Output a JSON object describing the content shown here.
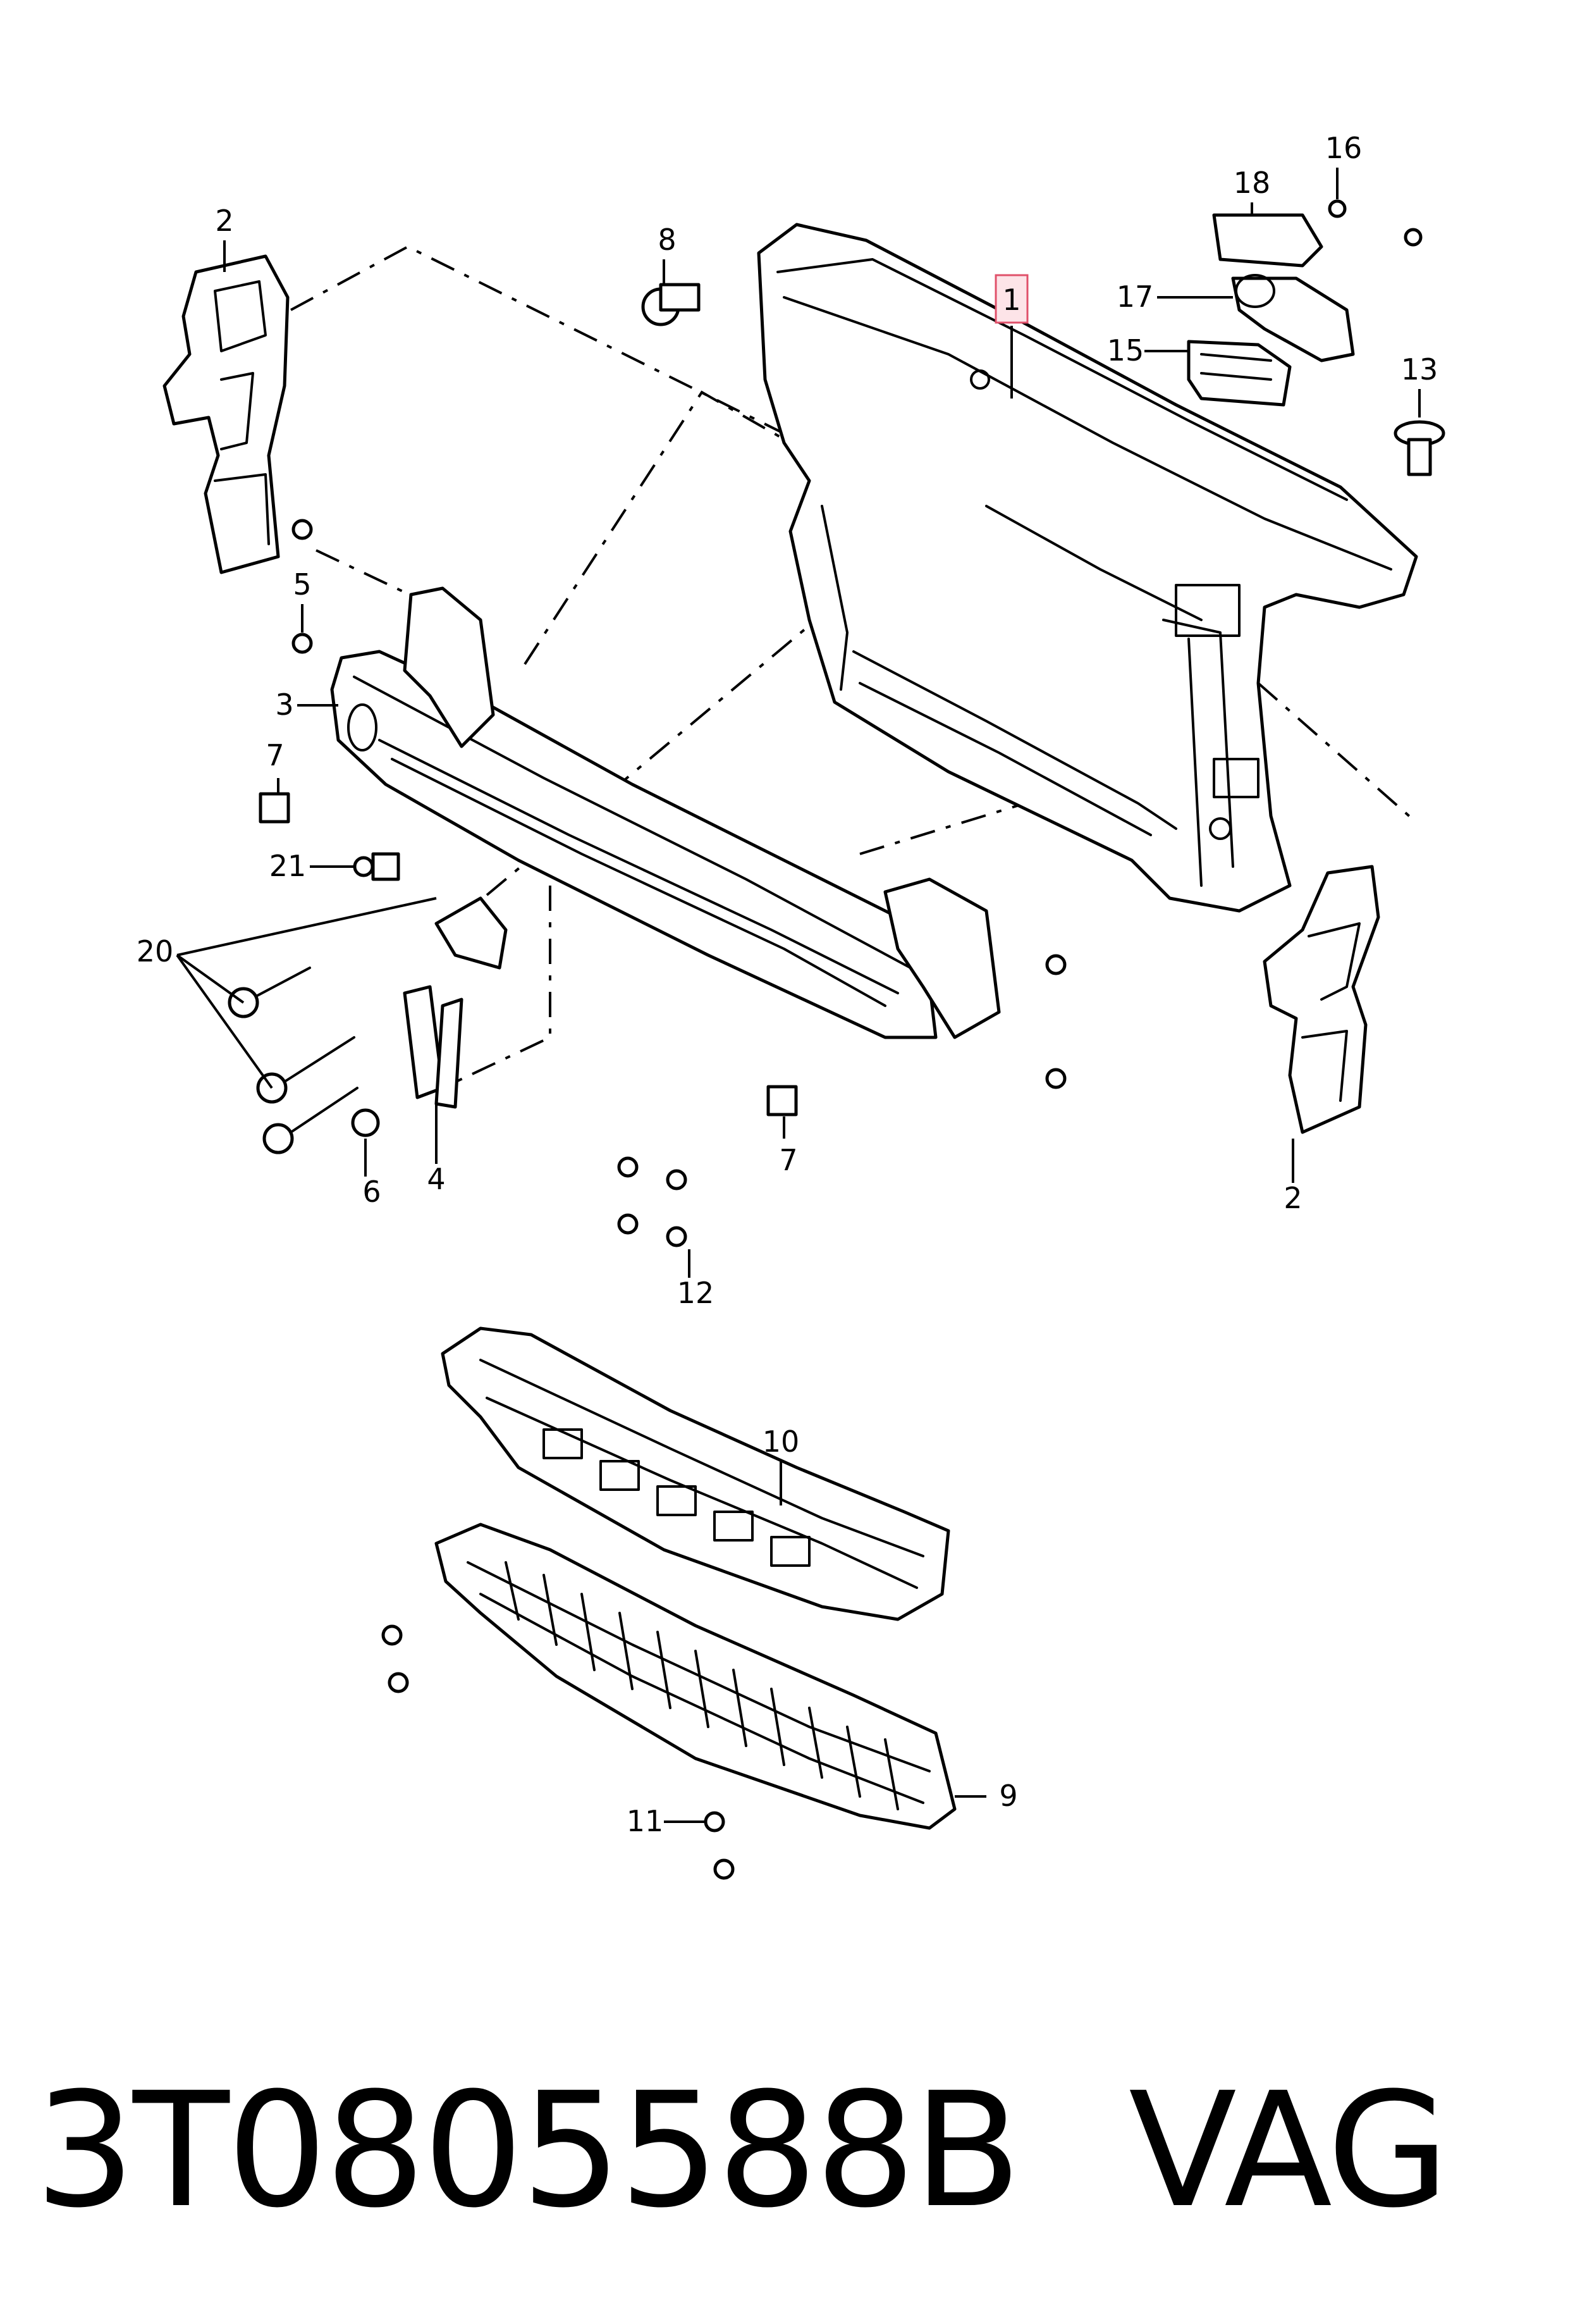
{
  "diagram": {
    "callouts": [
      "1",
      "2",
      "2",
      "3",
      "4",
      "5",
      "6",
      "7",
      "7",
      "8",
      "9",
      "10",
      "11",
      "12",
      "13",
      "15",
      "16",
      "17",
      "18",
      "20",
      "21"
    ],
    "highlighted_callout": "1",
    "highlight_color": "#fde4e8"
  },
  "footer": {
    "part_number": "3T0805588B",
    "brand": "VAG"
  }
}
